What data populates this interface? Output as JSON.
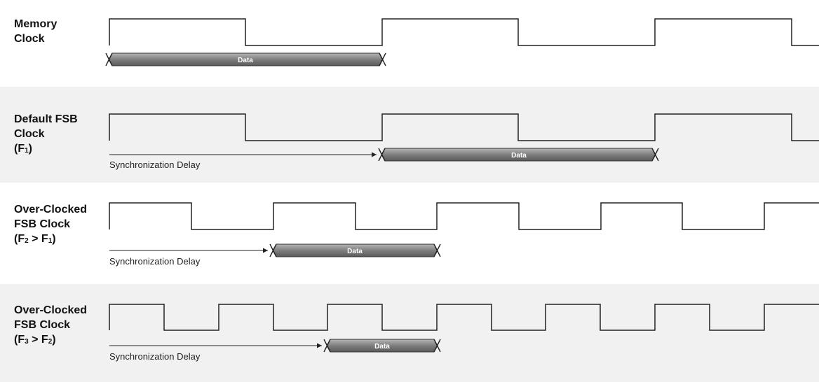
{
  "rows": [
    {
      "label_lines": [
        "Memory",
        "Clock"
      ],
      "data_label": "Data",
      "delay_label": ""
    },
    {
      "label_lines": [
        "Default FSB",
        "Clock"
      ],
      "freq": {
        "prefix": "(F",
        "sub": "1",
        "suffix": ")"
      },
      "data_label": "Data",
      "delay_label": "Synchronization Delay"
    },
    {
      "label_lines": [
        "Over-Clocked",
        "FSB Clock"
      ],
      "freq": {
        "prefix": "(F",
        "sub": "2",
        "mid": " > F",
        "sub2": "1",
        "suffix": ")"
      },
      "data_label": "Data",
      "delay_label": "Synchronization Delay"
    },
    {
      "label_lines": [
        "Over-Clocked",
        "FSB Clock"
      ],
      "freq": {
        "prefix": "(F",
        "sub": "3",
        "mid": " > F",
        "sub2": "2",
        "suffix": ")"
      },
      "data_label": "Data",
      "delay_label": "Synchronization Delay"
    }
  ],
  "colors": {
    "band_gray": "#f1f1f1",
    "signal": "#222222",
    "data_bar_dark": "#6a6a6a",
    "data_bar_light": "#b5b5b5"
  }
}
